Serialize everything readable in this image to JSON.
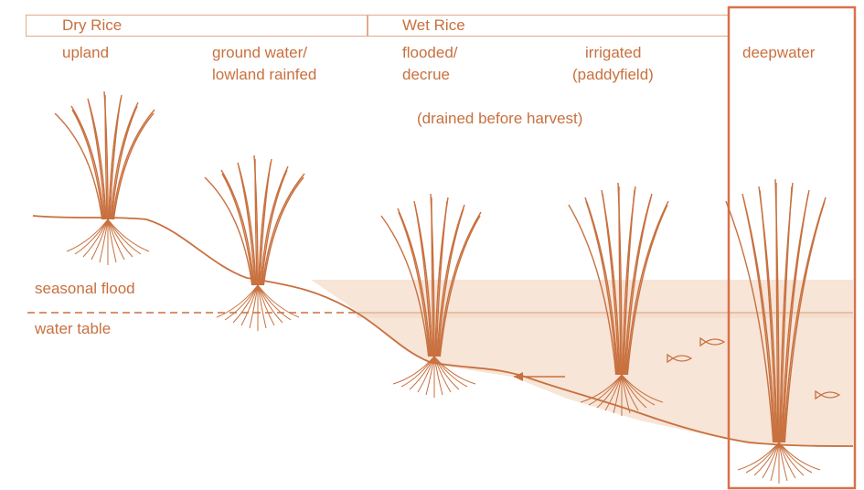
{
  "headers": {
    "dry_rice": "Dry Rice",
    "wet_rice": "Wet Rice"
  },
  "columns": {
    "upland": "upland",
    "groundwater_line1": "ground water/",
    "groundwater_line2": "lowland rainfed",
    "flooded_line1": "flooded/",
    "flooded_line2": "decrue",
    "irrigated_line1": "irrigated",
    "irrigated_line2": "(paddyfield)",
    "deepwater": "deepwater"
  },
  "notes": {
    "drained": "(drained before harvest)"
  },
  "levels": {
    "seasonal_flood": "seasonal flood",
    "water_table": "water table"
  },
  "colors": {
    "line": "#c8703e",
    "water": "#f7e5d8",
    "highlight_box": "#d9704a"
  }
}
